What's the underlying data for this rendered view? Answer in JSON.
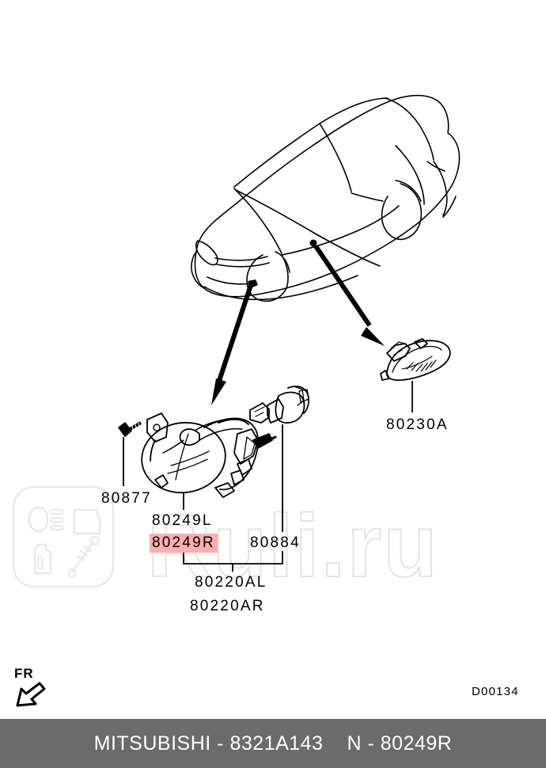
{
  "diagram": {
    "code": "D00134",
    "orientation_marker": "FR",
    "watermark_text": "Ruli.ru",
    "highlight_color": "#ffadad",
    "footer_background": "#6b6b6b",
    "line_color": "#000000"
  },
  "labels": [
    {
      "id": "80877",
      "text": "80877",
      "highlighted": false,
      "part": "screw"
    },
    {
      "id": "80249L",
      "text": "80249L",
      "highlighted": false,
      "part": "fog-lamp-left"
    },
    {
      "id": "80249R",
      "text": "80249R",
      "highlighted": true,
      "part": "fog-lamp-right"
    },
    {
      "id": "80884",
      "text": "80884",
      "highlighted": false,
      "part": "bulb"
    },
    {
      "id": "80220AL",
      "text": "80220AL",
      "highlighted": false,
      "part": "fog-lamp-assembly-left"
    },
    {
      "id": "80220AR",
      "text": "80220AR",
      "highlighted": false,
      "part": "fog-lamp-assembly-right"
    },
    {
      "id": "80230A",
      "text": "80230A",
      "highlighted": false,
      "part": "side-turn-signal-lamp"
    }
  ],
  "footer": {
    "brand": "MITSUBISHI",
    "separator": "-",
    "catalog_number": "8321A143",
    "reference_prefix": "N",
    "reference_separator": "-",
    "reference_number": "80249R"
  }
}
